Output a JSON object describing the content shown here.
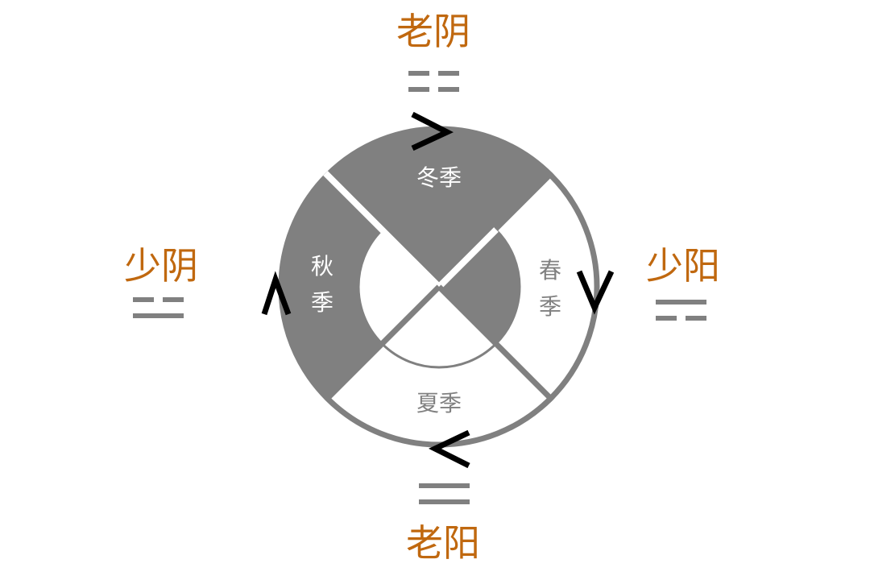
{
  "colors": {
    "label": "#c0680f",
    "gray": "#808080",
    "arrow": "#000000",
    "white": "#ffffff"
  },
  "labels": {
    "top": "老阴",
    "right": "少阳",
    "left": "少阴",
    "bottom": "老阳"
  },
  "trigrams": {
    "top": [
      "yin",
      "yin"
    ],
    "right": [
      "yang",
      "yin"
    ],
    "left": [
      "yin",
      "yang"
    ],
    "bottom": [
      "yang",
      "yang"
    ]
  },
  "seasons": {
    "winter": "冬季",
    "autumn_1": "秋",
    "autumn_2": "季",
    "spring_1": "春",
    "spring_2": "季",
    "summer": "夏季"
  },
  "arrows": {
    "top": "right",
    "right": "down",
    "bottom": "left",
    "left": "up"
  }
}
